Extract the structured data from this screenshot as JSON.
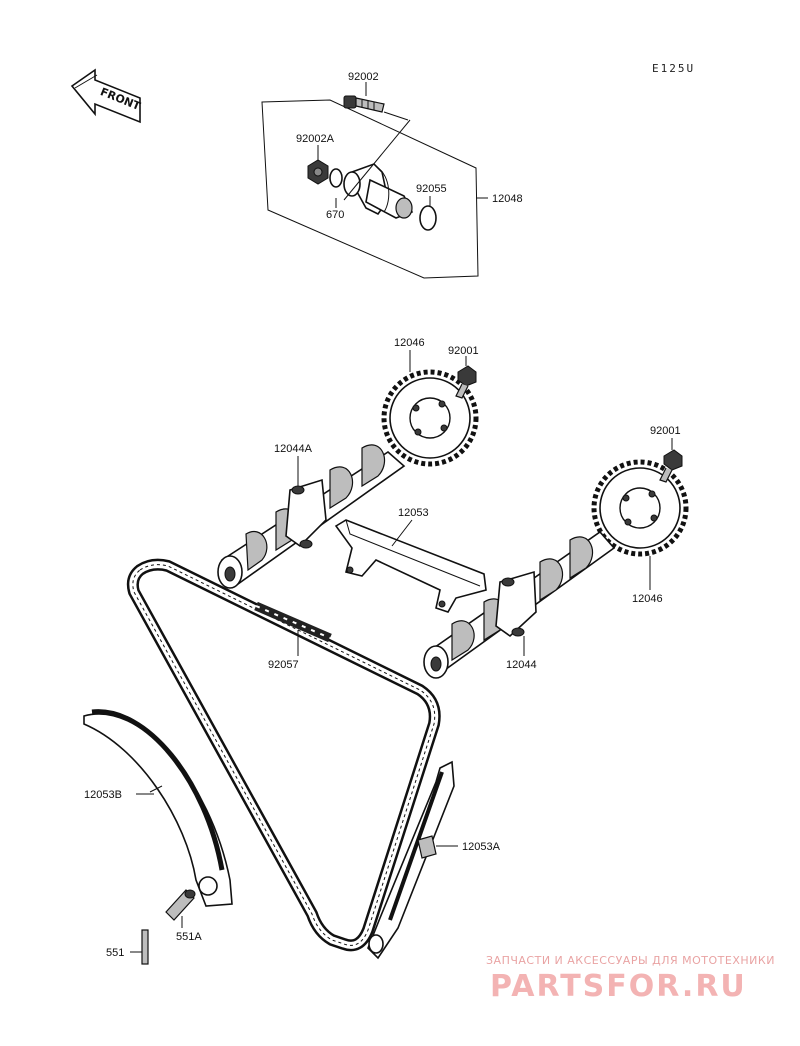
{
  "diagram": {
    "code": "E125U",
    "front_label": "FRONT",
    "parts": {
      "p92002": "92002",
      "p92002A": "92002A",
      "p670": "670",
      "p92055": "92055",
      "p12048": "12048",
      "p12046_top": "12046",
      "p92001_top": "92001",
      "p92001_right": "92001",
      "p12044A": "12044A",
      "p12053": "12053",
      "p12046_right": "12046",
      "p92057": "92057",
      "p12044": "12044",
      "p12053B": "12053B",
      "p12053A": "12053A",
      "p551A": "551A",
      "p551": "551"
    }
  },
  "watermark": {
    "tagline": "ЗАПЧАСТИ И АКСЕССУАРЫ ДЛЯ МОТОТЕХНИКИ",
    "brand": "PARTSFOR.RU"
  }
}
